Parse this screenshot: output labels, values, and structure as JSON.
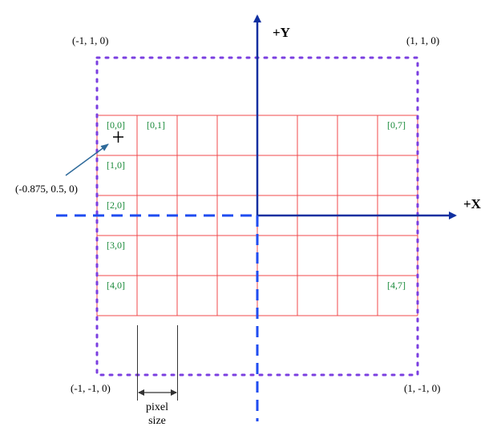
{
  "colors": {
    "grid": "#f0484b",
    "frame": "#7b3fe0",
    "axis": "#0f2fa0",
    "axis_dashed": "#1f4cf0",
    "cell_label": "#1a8a3a",
    "pointer": "#2e6a9a"
  },
  "axes": {
    "x_label": "+X",
    "y_label": "+Y"
  },
  "corners": {
    "top_left": "(-1, 1, 0)",
    "top_right": "(1, 1, 0)",
    "bottom_left": "(-1, -1, 0)",
    "bottom_right": "(1, -1, 0)"
  },
  "grid": {
    "rows": 5,
    "cols": 8
  },
  "cell_labels": {
    "r0c0": "[0,0]",
    "r0c1": "[0,1]",
    "r0c7": "[0,7]",
    "r1c0": "[1,0]",
    "r2c0": "[2,0]",
    "r3c0": "[3,0]",
    "r4c0": "[4,0]",
    "r4c7": "[4,7]"
  },
  "point": {
    "label": "(-0.875, 0.5, 0)",
    "marker": "+"
  },
  "pixel_size": {
    "line1": "pixel",
    "line2": "size"
  }
}
